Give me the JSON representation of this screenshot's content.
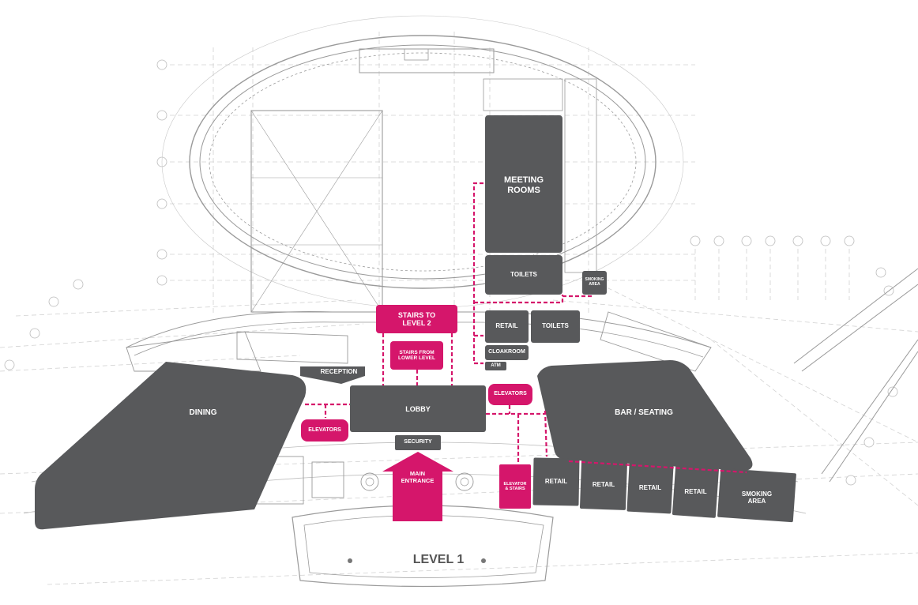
{
  "colors": {
    "room": "#58595b",
    "accent": "#d5166b",
    "outline": "#9a9a9a",
    "grid": "#c9c9c9",
    "label_light": "#ffffff",
    "label_level": "#555555"
  },
  "level_label": "LEVEL 1",
  "rooms": {
    "meeting_rooms": "MEETING\nROOMS",
    "toilets_upper": "TOILETS",
    "smoking_area_upper": "SMOKING\nAREA",
    "retail_mid": "RETAIL",
    "toilets_mid": "TOILETS",
    "cloakroom": "CLOAKROOM",
    "atm": "ATM",
    "reception": "RECEPTION",
    "dining": "DINING",
    "lobby": "LOBBY",
    "security": "SECURITY",
    "bar_seating": "BAR / SEATING",
    "retail_1": "RETAIL",
    "retail_2": "RETAIL",
    "retail_3": "RETAIL",
    "retail_4": "RETAIL",
    "smoking_area_lower": "SMOKING\nAREA"
  },
  "highlights": {
    "stairs_to_level_2": "STAIRS TO\nLEVEL 2",
    "stairs_from_lower_level": "STAIRS FROM\nLOWER LEVEL",
    "elevators_left": "ELEVATORS",
    "elevators_right": "ELEVATORS",
    "elevator_and_stairs": "ELEVATOR\n& STAIRS",
    "main_entrance": "MAIN\nENTRANCE"
  }
}
